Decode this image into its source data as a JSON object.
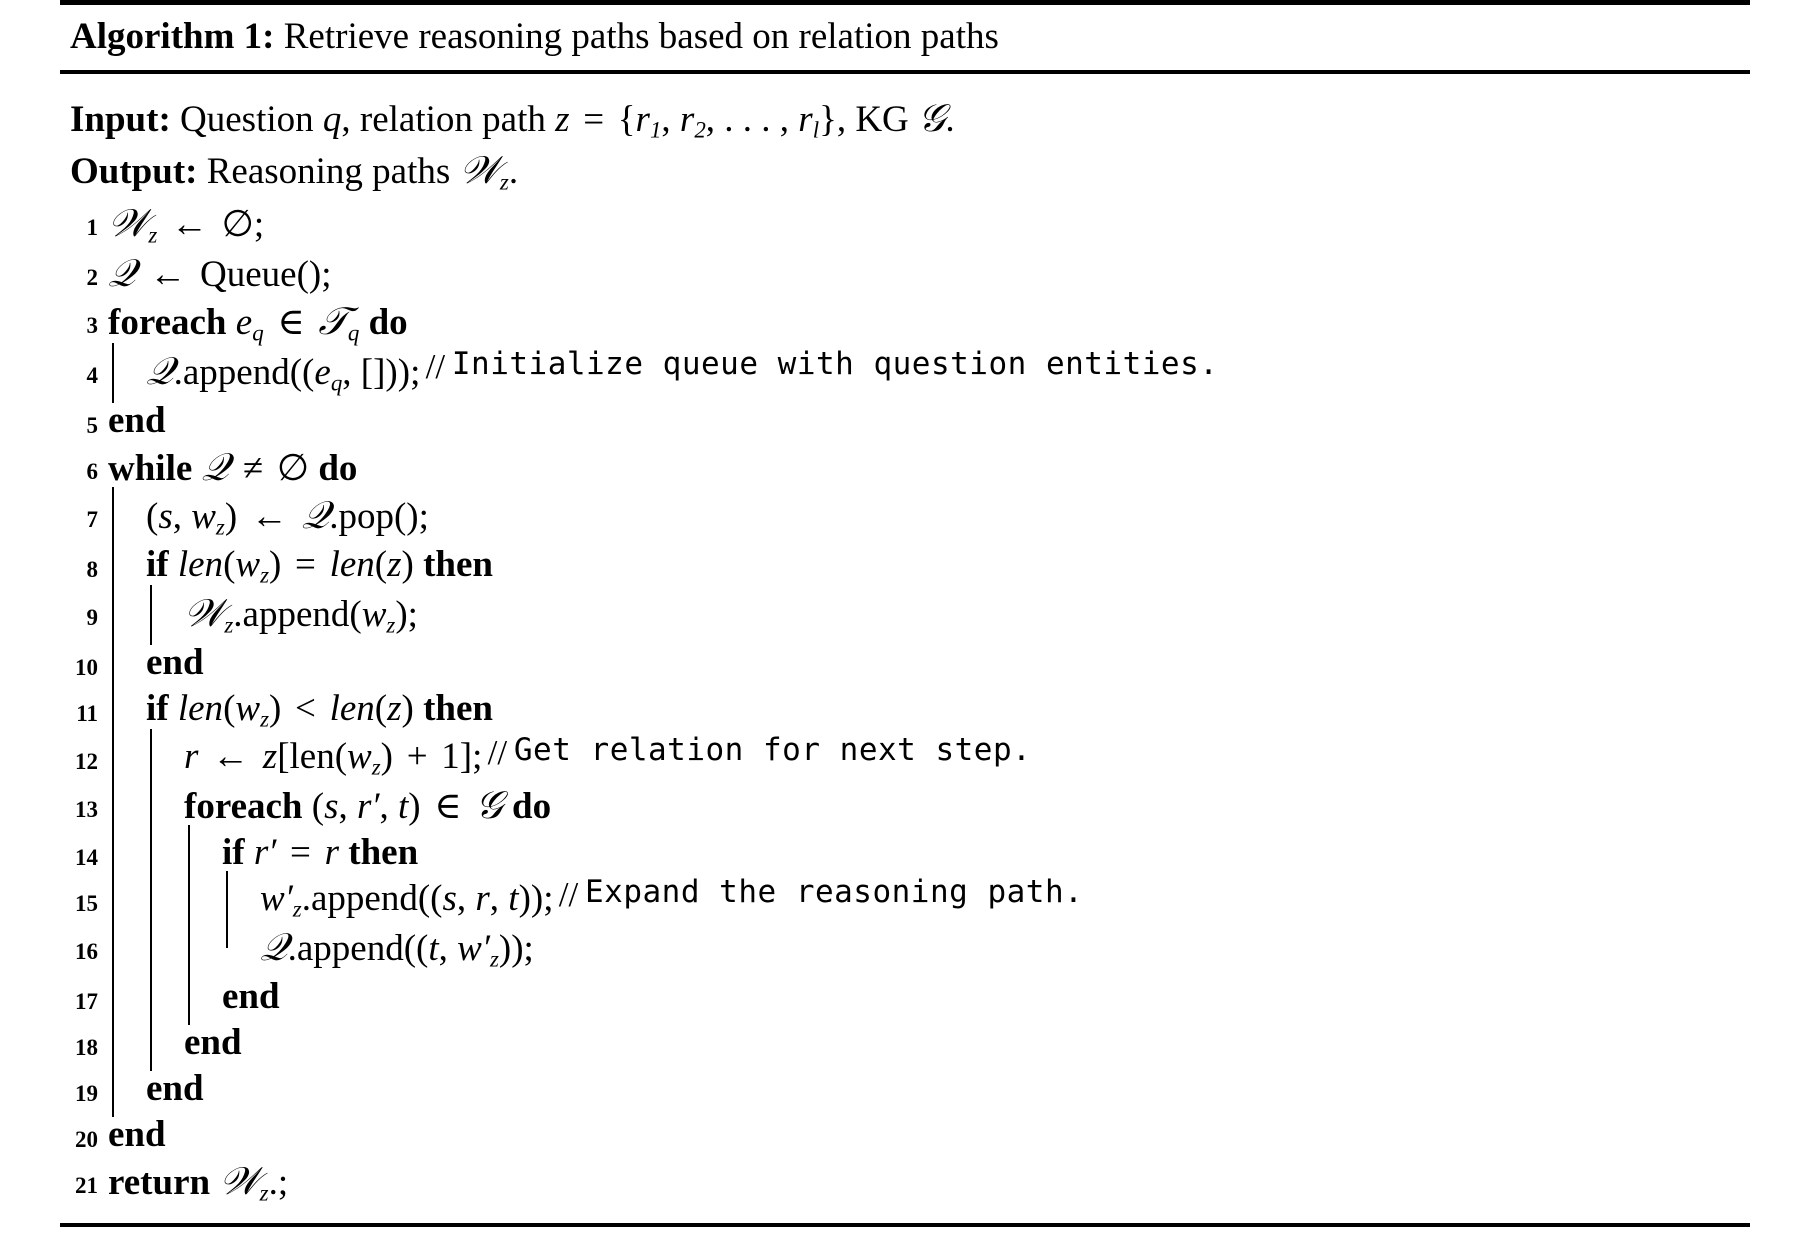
{
  "algorithm": {
    "caption_label": "Algorithm 1:",
    "caption_text": "Retrieve reasoning paths based on relation paths",
    "input_label": "Input:",
    "output_label": "Output:",
    "input_text": "Question q, relation path z = {r1, r2, . . . , rl}, KG G.",
    "output_text": "Reasoning paths Wz.",
    "lines": [
      {
        "n": "1",
        "text": "Wz ← ∅;"
      },
      {
        "n": "2",
        "text": "Q ← Queue();"
      },
      {
        "n": "3",
        "text": "foreach eq ∈ Tq do"
      },
      {
        "n": "4",
        "text": "Q.append((eq, []));",
        "comment": "// Initialize queue with question entities."
      },
      {
        "n": "5",
        "text": "end"
      },
      {
        "n": "6",
        "text": "while Q ≠ ∅ do"
      },
      {
        "n": "7",
        "text": "(s, wz) ← Q.pop();"
      },
      {
        "n": "8",
        "text": "if len(wz) = len(z) then"
      },
      {
        "n": "9",
        "text": "Wz.append(wz);"
      },
      {
        "n": "10",
        "text": "end"
      },
      {
        "n": "11",
        "text": "if len(wz) < len(z) then"
      },
      {
        "n": "12",
        "text": "r ← z[len(wz) + 1];",
        "comment": "// Get relation for next step."
      },
      {
        "n": "13",
        "text": "foreach (s, r′, t) ∈ G do"
      },
      {
        "n": "14",
        "text": "if r′ = r then"
      },
      {
        "n": "15",
        "text": "w′z.append((s, r, t));",
        "comment": "// Expand the reasoning path."
      },
      {
        "n": "16",
        "text": "Q.append((t, w′z));"
      },
      {
        "n": "17",
        "text": "end"
      },
      {
        "n": "18",
        "text": "end"
      },
      {
        "n": "19",
        "text": "end"
      },
      {
        "n": "20",
        "text": "end"
      },
      {
        "n": "21",
        "text": "return Wz.;"
      }
    ],
    "comments": {
      "c4": "// Initialize queue with question entities.",
      "c12": "// Get relation for next step.",
      "c15": "// Expand the reasoning path."
    },
    "line_numbers": [
      "1",
      "2",
      "3",
      "4",
      "5",
      "6",
      "7",
      "8",
      "9",
      "10",
      "11",
      "12",
      "13",
      "14",
      "15",
      "16",
      "17",
      "18",
      "19",
      "20",
      "21"
    ]
  }
}
